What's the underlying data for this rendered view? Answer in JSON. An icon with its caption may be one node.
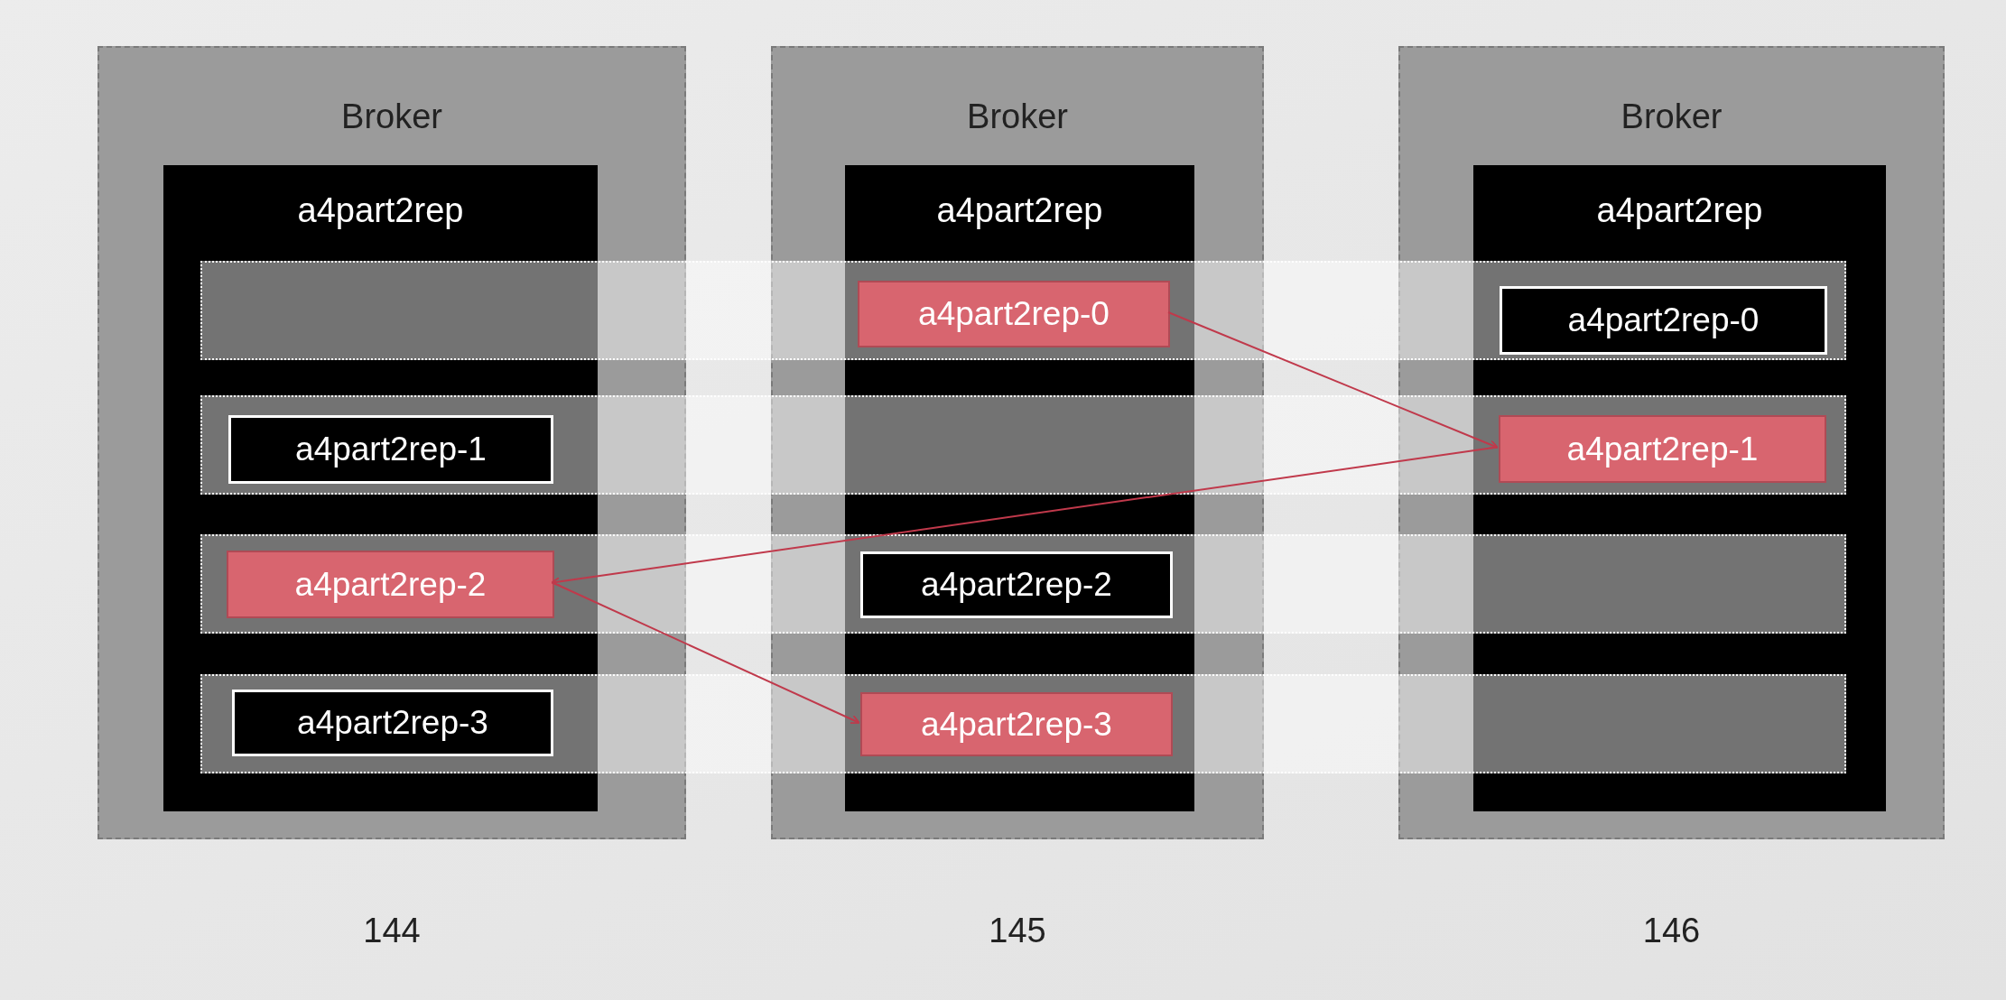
{
  "diagram": {
    "nodes": [
      {
        "text": [
          "Broker"
        ],
        "beside": [
          "144"
        ]
      },
      {
        "text": [
          "a4part2rep"
        ],
        "in": 0
      },
      {
        "text": [
          "a4part2rep-1"
        ],
        "in": 1
      },
      {
        "text": [
          "a4part2rep-2"
        ],
        "in": 1
      },
      {
        "text": [
          "a4part2rep-3"
        ],
        "in": 1
      },
      {
        "text": [
          "Broker"
        ],
        "beside": [
          "145"
        ]
      },
      {
        "text": [
          "a4part2rep"
        ],
        "in": 5
      },
      {
        "text": [
          "a4part2rep-0"
        ],
        "in": 6
      },
      {
        "text": [
          "a4part2rep-2"
        ],
        "in": 6
      },
      {
        "text": [
          "a4part2rep-3"
        ],
        "in": 6
      },
      {
        "text": [
          "Broker"
        ],
        "beside": [
          "146"
        ]
      },
      {
        "text": [
          "a4part2rep"
        ],
        "in": 10
      },
      {
        "text": [
          "a4part2rep-0"
        ],
        "in": 11
      },
      {
        "text": [
          "a4part2rep-1"
        ],
        "in": 11
      }
    ],
    "edges": [
      {
        "from": 7,
        "to": 13,
        "arrow": "to"
      },
      {
        "from": 13,
        "to": 3,
        "arrow": "to"
      },
      {
        "from": 3,
        "to": 9,
        "arrow": "to"
      }
    ]
  }
}
